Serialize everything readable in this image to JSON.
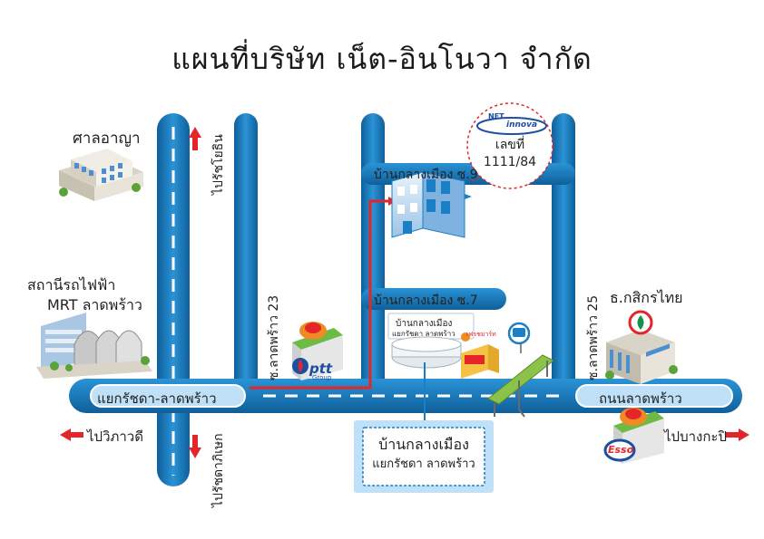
{
  "title": "แผนที่บริษัท เน็ต-อินโนวา จำกัด",
  "colors": {
    "road": "#1a7fc4",
    "road_dark": "#0f5f99",
    "road_light": "#bfe0f6",
    "route": "#e4262a",
    "arrow": "#e4262a",
    "box_fill": "#dff0fa",
    "box_border": "#1a7fc4"
  },
  "landmarks": {
    "court": "ศาลอาญา",
    "mrt_line1": "สถานีรถไฟฟ้า",
    "mrt_line2": "MRT ลาดพร้าว",
    "kasikorn": "ธ.กสิกรไทย",
    "ptt_logo": "ptt",
    "ptt_sub": "Group",
    "esso_logo": "Esso",
    "shop_sign": "เฟรชมาร์ท"
  },
  "roads": {
    "ratchada_ladprao": "แยกรัชดา-ลาดพร้าว",
    "ladprao_road": "ถนนลาดพร้าว",
    "soi23": "ซ.ลาดพร้าว 23",
    "soi25": "ซ.ลาดพร้าว 25",
    "to_mochit": "ไปรัชโยธิน",
    "to_huaikhwang": "ไปรัชดาภิเษก",
    "to_vibhavadi": "ไปวิภาวดี",
    "to_bangkapi": "ไปบางกะปิ"
  },
  "buildings": {
    "village_soi9": "บ้านกลางเมือง ซ.9",
    "village_soi7": "บ้านกลางเมือง ซ.7",
    "mall_line1": "บ้านกลางเมือง",
    "mall_line2": "แยกรัชดา ลาดพร้าว"
  },
  "company_bubble": {
    "logo_top": "NET",
    "logo_bottom": "innova",
    "no_label": "เลขที่",
    "no_value": "1111/84"
  },
  "info_box": {
    "line1": "บ้านกลางเมือง",
    "line2": "แยกรัชดา ลาดพร้าว"
  }
}
